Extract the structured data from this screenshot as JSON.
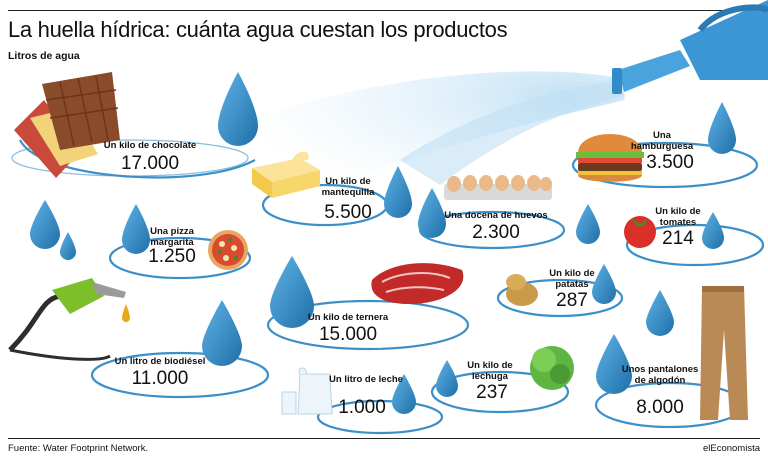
{
  "header": {
    "title": "La huella hídrica: cuánta agua cuestan los productos",
    "subtitle": "Litros de agua"
  },
  "footer": {
    "source": "Fuente: Water Footprint Network.",
    "brand": "elEconomista"
  },
  "colors": {
    "drop": "#2f8cc9",
    "ring": "#3c8fc8",
    "ink": "#111111"
  },
  "chart_data": {
    "type": "pictograph",
    "title": "La huella hídrica: cuánta agua cuestan los productos",
    "unit": "Litros de agua",
    "items": [
      {
        "label": "Un kilo de chocolate",
        "value": 17000,
        "display": "17.000",
        "icon": "chocolate-icon"
      },
      {
        "label": "Un kilo de mantequilla",
        "value": 5500,
        "display": "5.500",
        "icon": "butter-icon"
      },
      {
        "label": "Una docena de huevos",
        "value": 2300,
        "display": "2.300",
        "icon": "eggs-icon"
      },
      {
        "label": "Una hamburguesa",
        "value": 3500,
        "display": "3.500",
        "icon": "burger-icon"
      },
      {
        "label": "Una pizza margarita",
        "value": 1250,
        "display": "1.250",
        "icon": "pizza-icon"
      },
      {
        "label": "Un kilo de tomates",
        "value": 214,
        "display": "214",
        "icon": "tomato-icon"
      },
      {
        "label": "Un kilo de ternera",
        "value": 15000,
        "display": "15.000",
        "icon": "meat-icon"
      },
      {
        "label": "Un kilo de patatas",
        "value": 287,
        "display": "287",
        "icon": "potato-icon"
      },
      {
        "label": "Un litro de biodiésel",
        "value": 11000,
        "display": "11.000",
        "icon": "fuel-nozzle-icon"
      },
      {
        "label": "Un litro de leche",
        "value": 1000,
        "display": "1.000",
        "icon": "milk-icon"
      },
      {
        "label": "Un kilo de lechuga",
        "value": 237,
        "display": "237",
        "icon": "lettuce-icon"
      },
      {
        "label": "Unos pantalones de algodón",
        "value": 8000,
        "display": "8.000",
        "icon": "trousers-icon"
      }
    ]
  }
}
